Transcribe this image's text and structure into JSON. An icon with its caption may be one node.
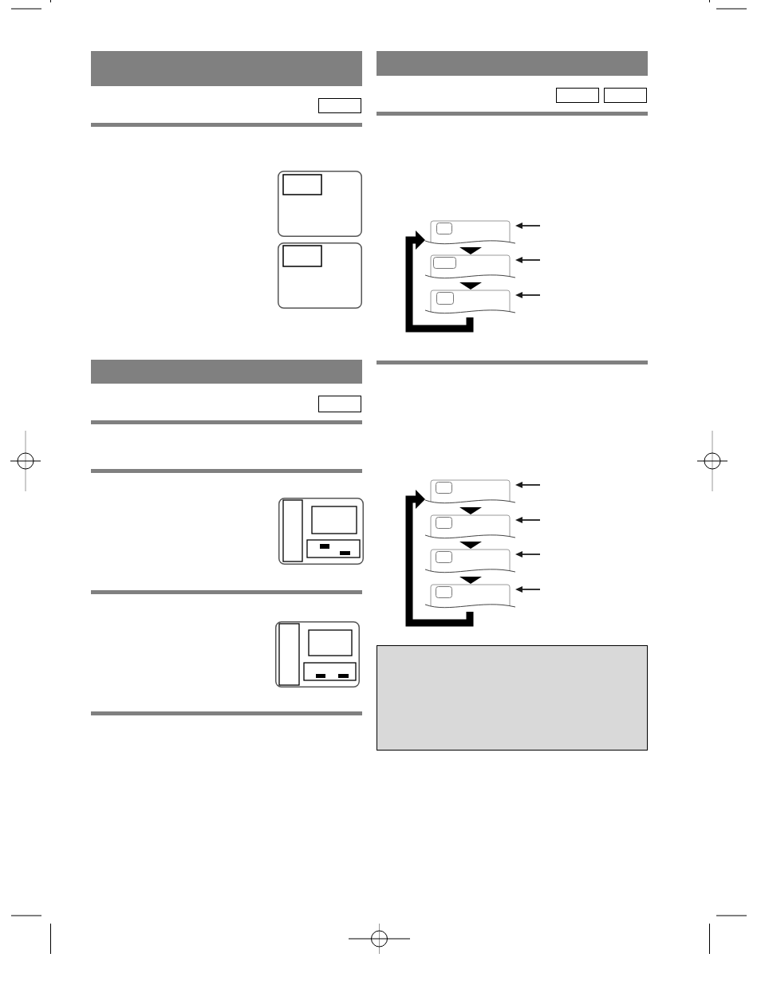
{
  "diagram": {
    "nodes": [
      {
        "text": [],
        "shape": "box"
      },
      {
        "text": [],
        "shape": "box"
      },
      {
        "text": [],
        "shape": "box"
      },
      {
        "text": [],
        "shape": "box"
      },
      {
        "text": [],
        "shape": "box"
      },
      {
        "text": [],
        "shape": "box"
      },
      {
        "text": [],
        "shape": "box"
      }
    ],
    "edges": [
      {
        "from": 0,
        "to": 1,
        "arrow": "to"
      },
      {
        "from": 1,
        "to": 2,
        "arrow": "to"
      },
      {
        "from": 2,
        "to": 0,
        "arrow": "to",
        "style": "thick"
      },
      {
        "from": null,
        "to": 0,
        "arrow": "to"
      },
      {
        "from": null,
        "to": 1,
        "arrow": "to"
      },
      {
        "from": null,
        "to": 2,
        "arrow": "to"
      },
      {
        "from": 3,
        "to": 4,
        "arrow": "to"
      },
      {
        "from": 4,
        "to": 5,
        "arrow": "to"
      },
      {
        "from": 5,
        "to": 6,
        "arrow": "to"
      },
      {
        "from": 6,
        "to": 3,
        "arrow": "to",
        "style": "thick"
      },
      {
        "from": null,
        "to": 3,
        "arrow": "to"
      },
      {
        "from": null,
        "to": 4,
        "arrow": "to"
      },
      {
        "from": null,
        "to": 5,
        "arrow": "to"
      },
      {
        "from": null,
        "to": 6,
        "arrow": "to"
      }
    ]
  }
}
